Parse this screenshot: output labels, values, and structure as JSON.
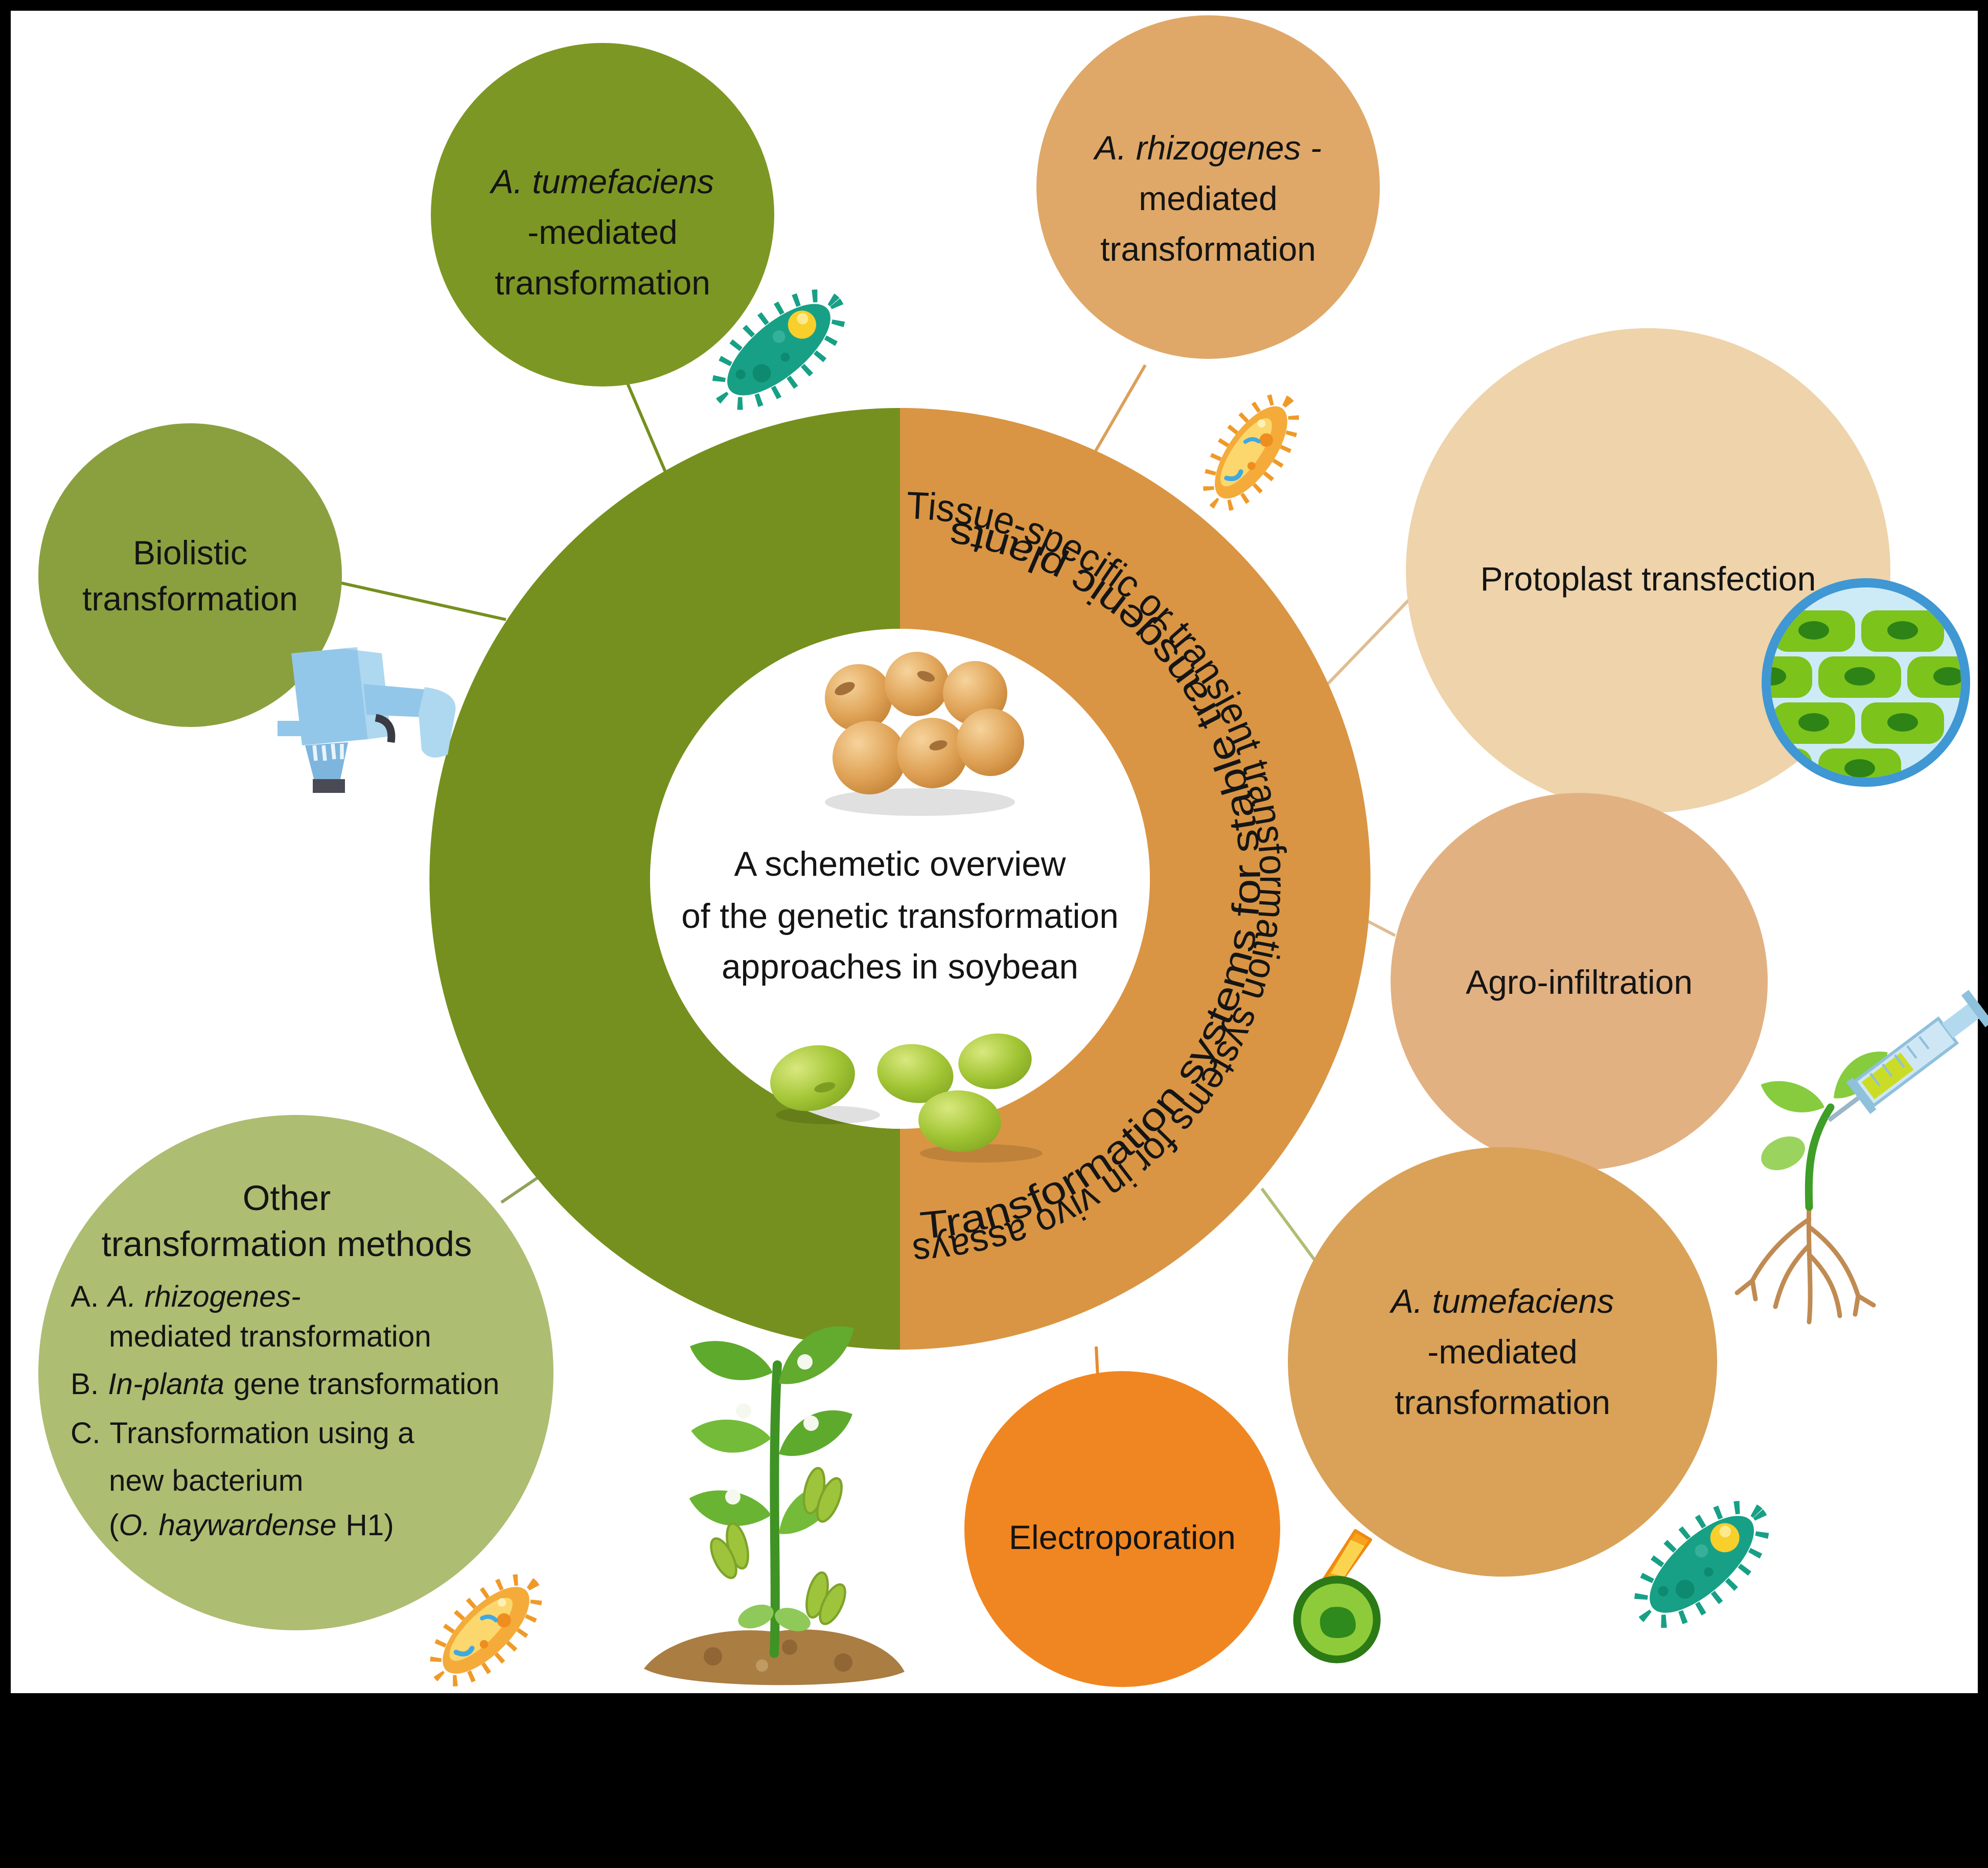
{
  "frame": {
    "background": "#000000",
    "canvas": "#ffffff"
  },
  "center": {
    "heading_line1": "A schemetic overview",
    "heading_line2": "of the genetic transformation",
    "heading_line3": "approaches in soybean"
  },
  "ring": {
    "left_text": "Transformation systems for stable transgenic plants",
    "right_text": "Tissue-specific or transient transformation systems for in vivo assays",
    "left_color": "#75901e",
    "right_color": "#d99543"
  },
  "nodes": {
    "tumefaciens_stable": {
      "color": "#7d9724",
      "line1": "A. tumefaciens",
      "line2": "-mediated",
      "line3": "transformation"
    },
    "rhizogenes": {
      "color": "#dfa868",
      "line1": "A. rhizogenes -",
      "line2": "mediated",
      "line3": "transformation"
    },
    "biolistic": {
      "color": "#8aa03f",
      "line1": "Biolistic",
      "line2": "transformation"
    },
    "protoplast": {
      "color": "#eed3ab",
      "label": "Protoplast transfection"
    },
    "agro": {
      "color": "#e2b182",
      "label": "Agro-infiltration"
    },
    "tumefaciens_transient": {
      "color": "#d9a258",
      "line1": "A. tumefaciens",
      "line2": "-mediated",
      "line3": "transformation"
    },
    "electroporation": {
      "color": "#f08621",
      "label": "Electroporation"
    },
    "other": {
      "color": "#adbd72",
      "title_line1": "Other",
      "title_line2": "transformation methods",
      "item_a_prefix": "A.",
      "item_a_species": "A. rhizogenes-",
      "item_a_cont": "mediated transformation",
      "item_b_prefix": "B.",
      "item_b_species": "In-planta",
      "item_b_rest": "gene transformation",
      "item_c_prefix": "C.",
      "item_c_line1": "Transformation using a",
      "item_c_line2": "new bacterium",
      "item_c_open": "(",
      "item_c_species": "O. haywardense",
      "item_c_close": "H1)"
    }
  }
}
